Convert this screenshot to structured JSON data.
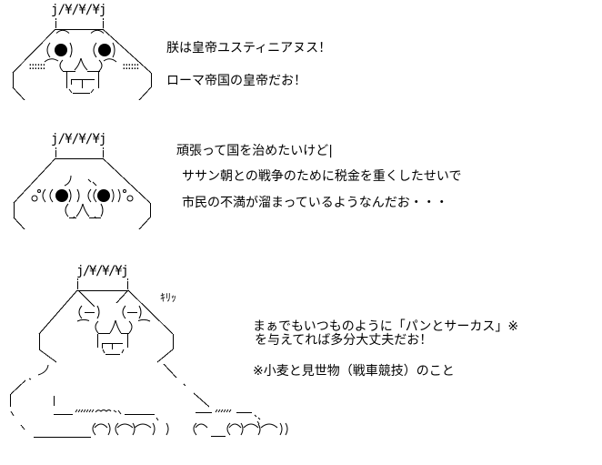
{
  "colors": {
    "ink": "#000000",
    "background": "#ffffff"
  },
  "figures": [
    {
      "crown": "j/¥/¥/¥j",
      "blush_left": "::::::",
      "blush_right": "::::::"
    },
    {
      "crown": "j/¥/¥/¥j"
    },
    {
      "crown": "j/¥/¥/¥j",
      "sound_effect": "ｷﾘｯ"
    }
  ],
  "dialogue": [
    {
      "lines": [
        "朕は皇帝ユスティニアヌス！",
        "ローマ帝国の皇帝だお！"
      ]
    },
    {
      "lines": [
        "頑張って国を治めたいけど|",
        "ササン朝との戦争のために税金を重くしたせいで",
        "市民の不満が溜まっているようなんだお・・・"
      ]
    },
    {
      "lines": [
        "まぁでもいつものように「パンとサーカス」※",
        "を与えてれば多分大丈夫だお！"
      ],
      "footnote": "※小麦と見世物（戦車競技）のこと"
    }
  ]
}
